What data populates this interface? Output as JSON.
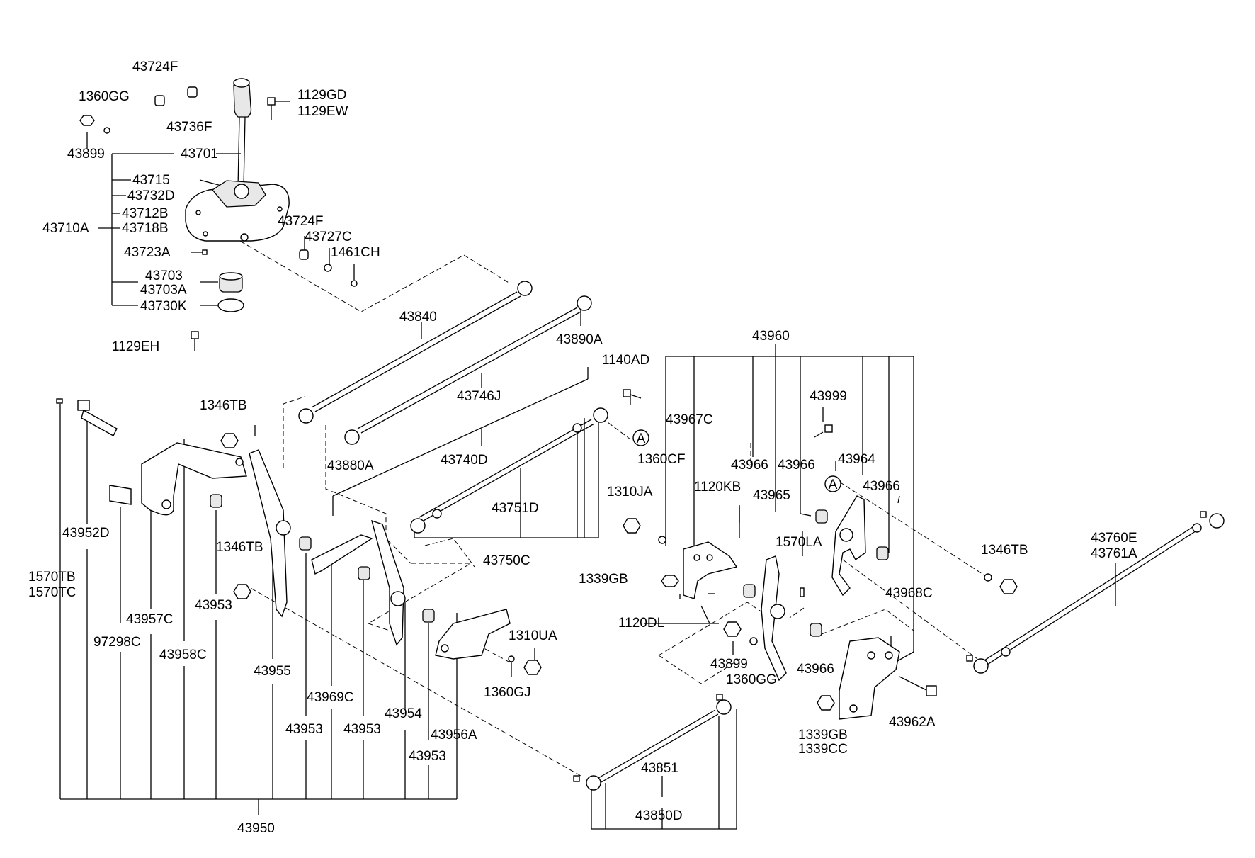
{
  "diagram": {
    "labels": {
      "p43724F_a": "43724F",
      "p1360GG_a": "1360GG",
      "p43736F": "43736F",
      "p1129GD": "1129GD",
      "p1129EW": "1129EW",
      "p43899_a": "43899",
      "p43701": "43701",
      "p43715": "43715",
      "p43732D": "43732D",
      "p43712B": "43712B",
      "p43710A": "43710A",
      "p43718B": "43718B",
      "p43724F_b": "43724F",
      "p43727C": "43727C",
      "p1461CH": "1461CH",
      "p43723A": "43723A",
      "p43703": "43703",
      "p43703A": "43703A",
      "p43730K": "43730K",
      "p1129EH": "1129EH",
      "p43840": "43840",
      "p43890A": "43890A",
      "p1140AD": "1140AD",
      "p43960": "43960",
      "p43746J": "43746J",
      "p43999": "43999",
      "p1346TB_a": "1346TB",
      "p43967C": "43967C",
      "p43740D": "43740D",
      "p43880A": "43880A",
      "p1360CF": "1360CF",
      "p43966_a": "43966",
      "p43966_b": "43966",
      "p43964": "43964",
      "p43966_c": "43966",
      "p43952D": "43952D",
      "p1310JA": "1310JA",
      "p1120KB": "1120KB",
      "p43965": "43965",
      "p43751D": "43751D",
      "p1570LA": "1570LA",
      "p43760E": "43760E",
      "p43761A": "43761A",
      "p1346TB_b": "1346TB",
      "p1346TB_c": "1346TB",
      "p43750C": "43750C",
      "p1570TB": "1570TB",
      "p1570TC": "1570TC",
      "p1339GB_a": "1339GB",
      "p43968C": "43968C",
      "p43953_a": "43953",
      "p43957C": "43957C",
      "p1120DL": "1120DL",
      "p97298C": "97298C",
      "p1310UA": "1310UA",
      "p43958C": "43958C",
      "p43899_b": "43899",
      "p43966_d": "43966",
      "p43955": "43955",
      "p1360GG_b": "1360GG",
      "p1360GJ": "1360GJ",
      "p43969C": "43969C",
      "p43954": "43954",
      "p43962A": "43962A",
      "p43953_b": "43953",
      "p43953_c": "43953",
      "p43956A": "43956A",
      "p1339GB_b": "1339GB",
      "p1339CC": "1339CC",
      "p43953_d": "43953",
      "p43851": "43851",
      "p43950": "43950",
      "p43850D": "43850D",
      "refA_1": "A",
      "refA_2": "A"
    }
  }
}
